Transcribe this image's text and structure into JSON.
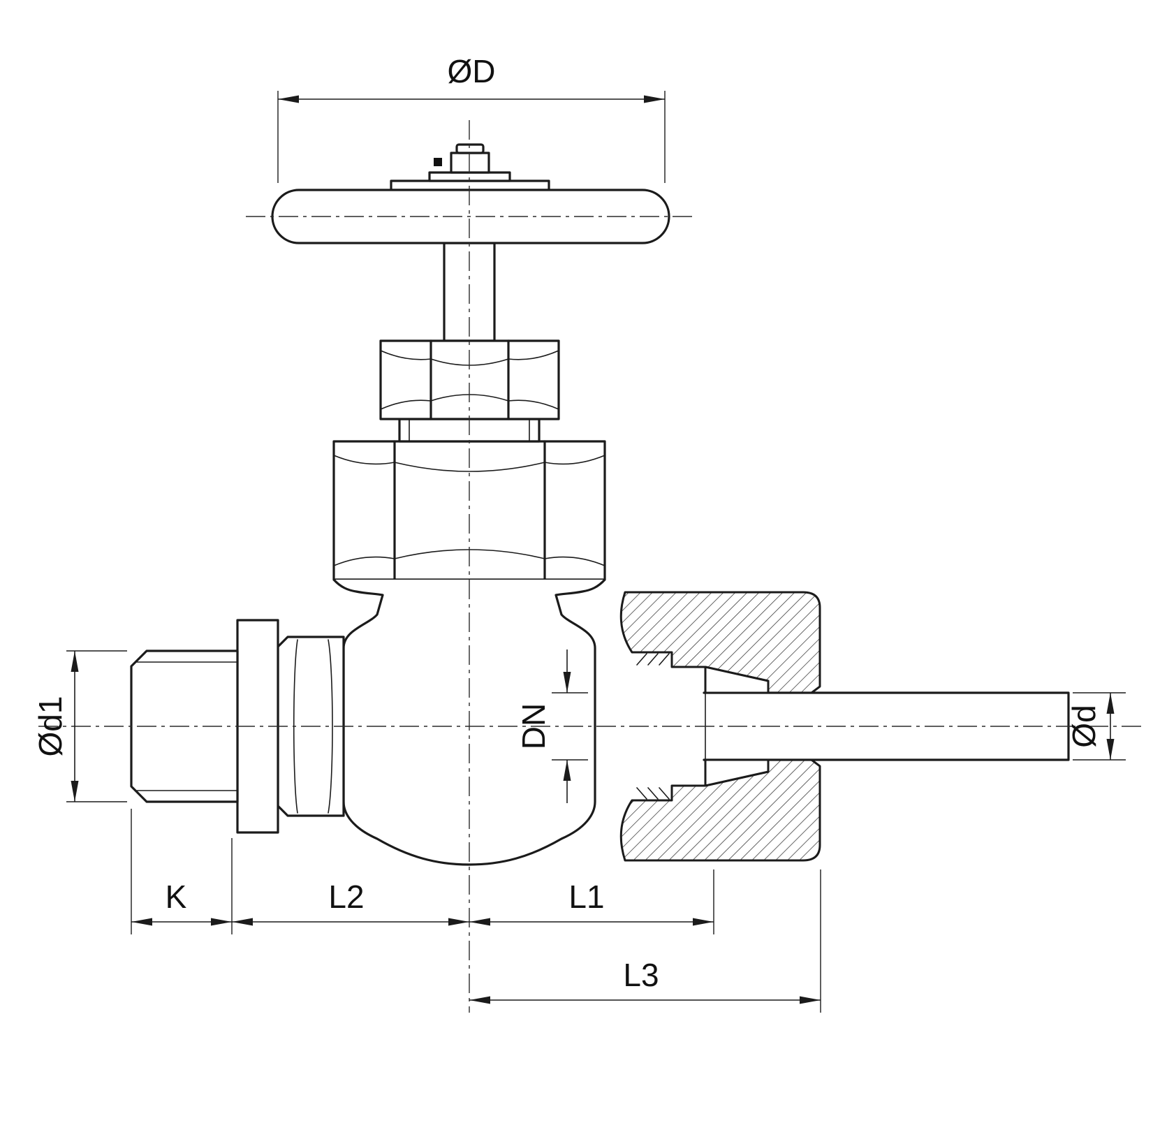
{
  "drawing": {
    "type": "technical-drawing",
    "subject": "needle valve with handwheel, male thread union connection and sectioned compression fitting",
    "line_color": "#1b1b1b",
    "background": "#ffffff",
    "hatch_color": "#333333",
    "dimensions": {
      "handwheel_diameter": "ØD",
      "thread_diameter": "Ød1",
      "nominal_bore": "DN",
      "tube_diameter": "Ød",
      "thread_length": "K",
      "left_length": "L2",
      "right_length": "L1",
      "overall_right_length": "L3"
    }
  }
}
